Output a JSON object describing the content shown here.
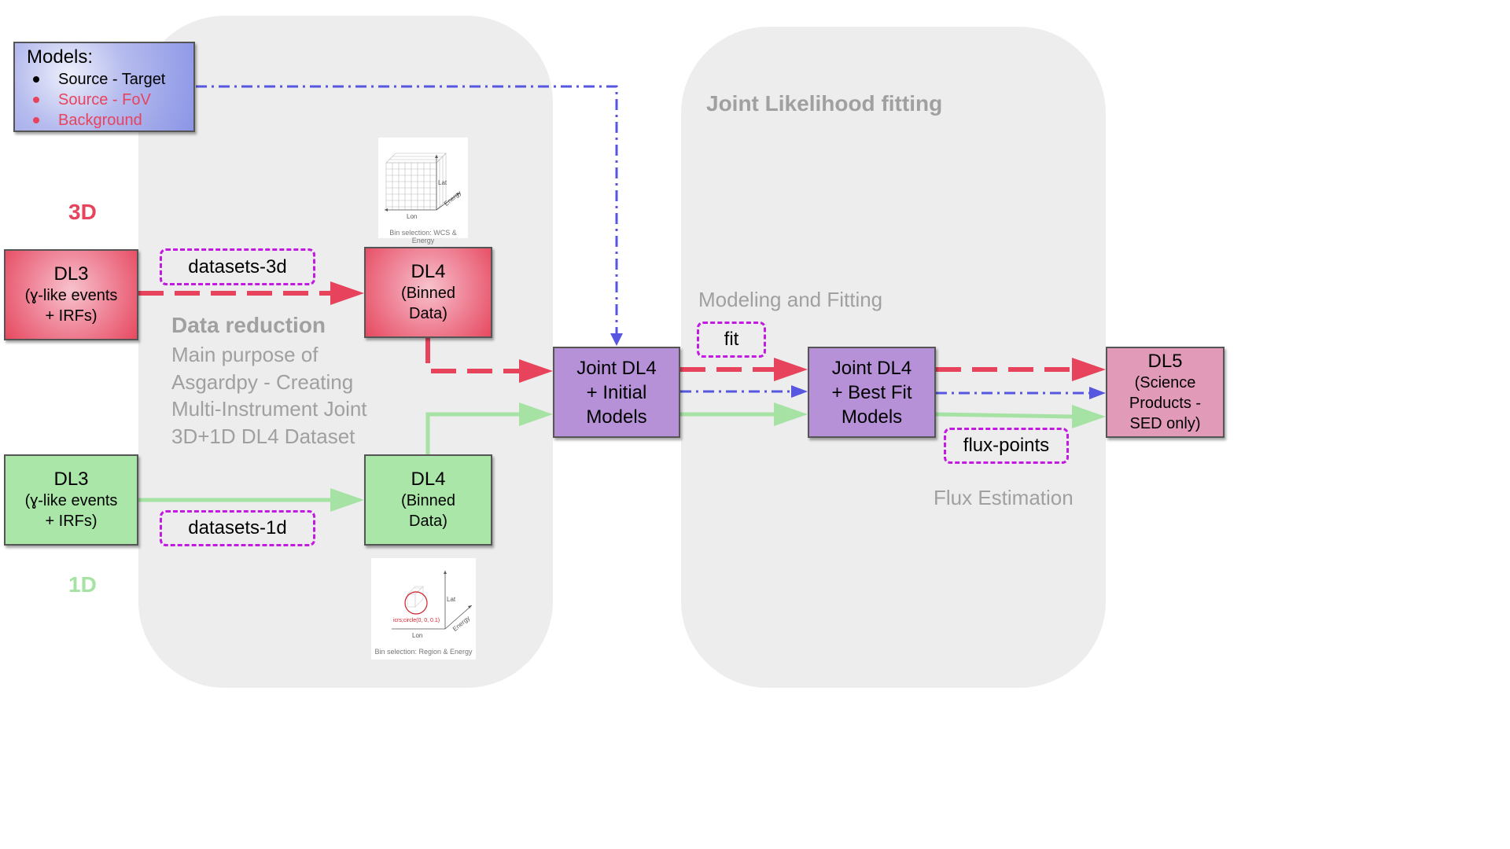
{
  "colors": {
    "red": "#e8435d",
    "green": "#a6e2a4",
    "blue": "#5656e0",
    "magenta": "#c21ae0",
    "gray_text": "#a0a0a0",
    "panel": "#ededed"
  },
  "models": {
    "title": "Models:",
    "items": [
      {
        "label": "Source - Target",
        "color": "#000000"
      },
      {
        "label": "Source - FoV",
        "color": "#e8435d"
      },
      {
        "label": "Background",
        "color": "#e8435d"
      }
    ]
  },
  "dims": {
    "three_d": "3D",
    "one_d": "1D"
  },
  "dl3_3d": {
    "title": "DL3",
    "line1": "(ɣ-like events",
    "line2": "+ IRFs)"
  },
  "dl3_1d": {
    "title": "DL3",
    "line1": "(ɣ-like events",
    "line2": "+ IRFs)"
  },
  "dl4_3d": {
    "title": "DL4",
    "line1": "(Binned",
    "line2": "Data)"
  },
  "dl4_1d": {
    "title": "DL4",
    "line1": "(Binned",
    "line2": "Data)"
  },
  "tags": {
    "datasets_3d": "datasets-3d",
    "datasets_1d": "datasets-1d",
    "fit": "fit",
    "flux_points": "flux-points"
  },
  "data_reduction": {
    "title": "Data reduction",
    "lines": [
      "Main purpose of",
      "Asgardpy - Creating",
      "Multi-Instrument Joint",
      "3D+1D DL4 Dataset"
    ]
  },
  "joint_initial": {
    "lines": [
      "Joint DL4",
      "+ Initial",
      "Models"
    ]
  },
  "joint_best": {
    "lines": [
      "Joint DL4",
      "+ Best Fit",
      "Models"
    ]
  },
  "dl5": {
    "title": "DL5",
    "lines": [
      "(Science",
      "Products -",
      "SED only)"
    ]
  },
  "joint_likelihood": "Joint Likelihood fitting",
  "modeling_fitting": "Modeling and Fitting",
  "flux_estimation": "Flux Estimation",
  "thumb_3d": {
    "caption": "Bin selection: WCS & Energy",
    "axes": {
      "lat": "Lat",
      "lon": "Lon",
      "energy": "Energy"
    }
  },
  "thumb_1d": {
    "caption": "Bin selection: Region & Energy",
    "region": "icrs;circle(0, 0, 0.1)",
    "axes": {
      "lat": "Lat",
      "lon": "Lon",
      "energy": "Energy"
    }
  }
}
